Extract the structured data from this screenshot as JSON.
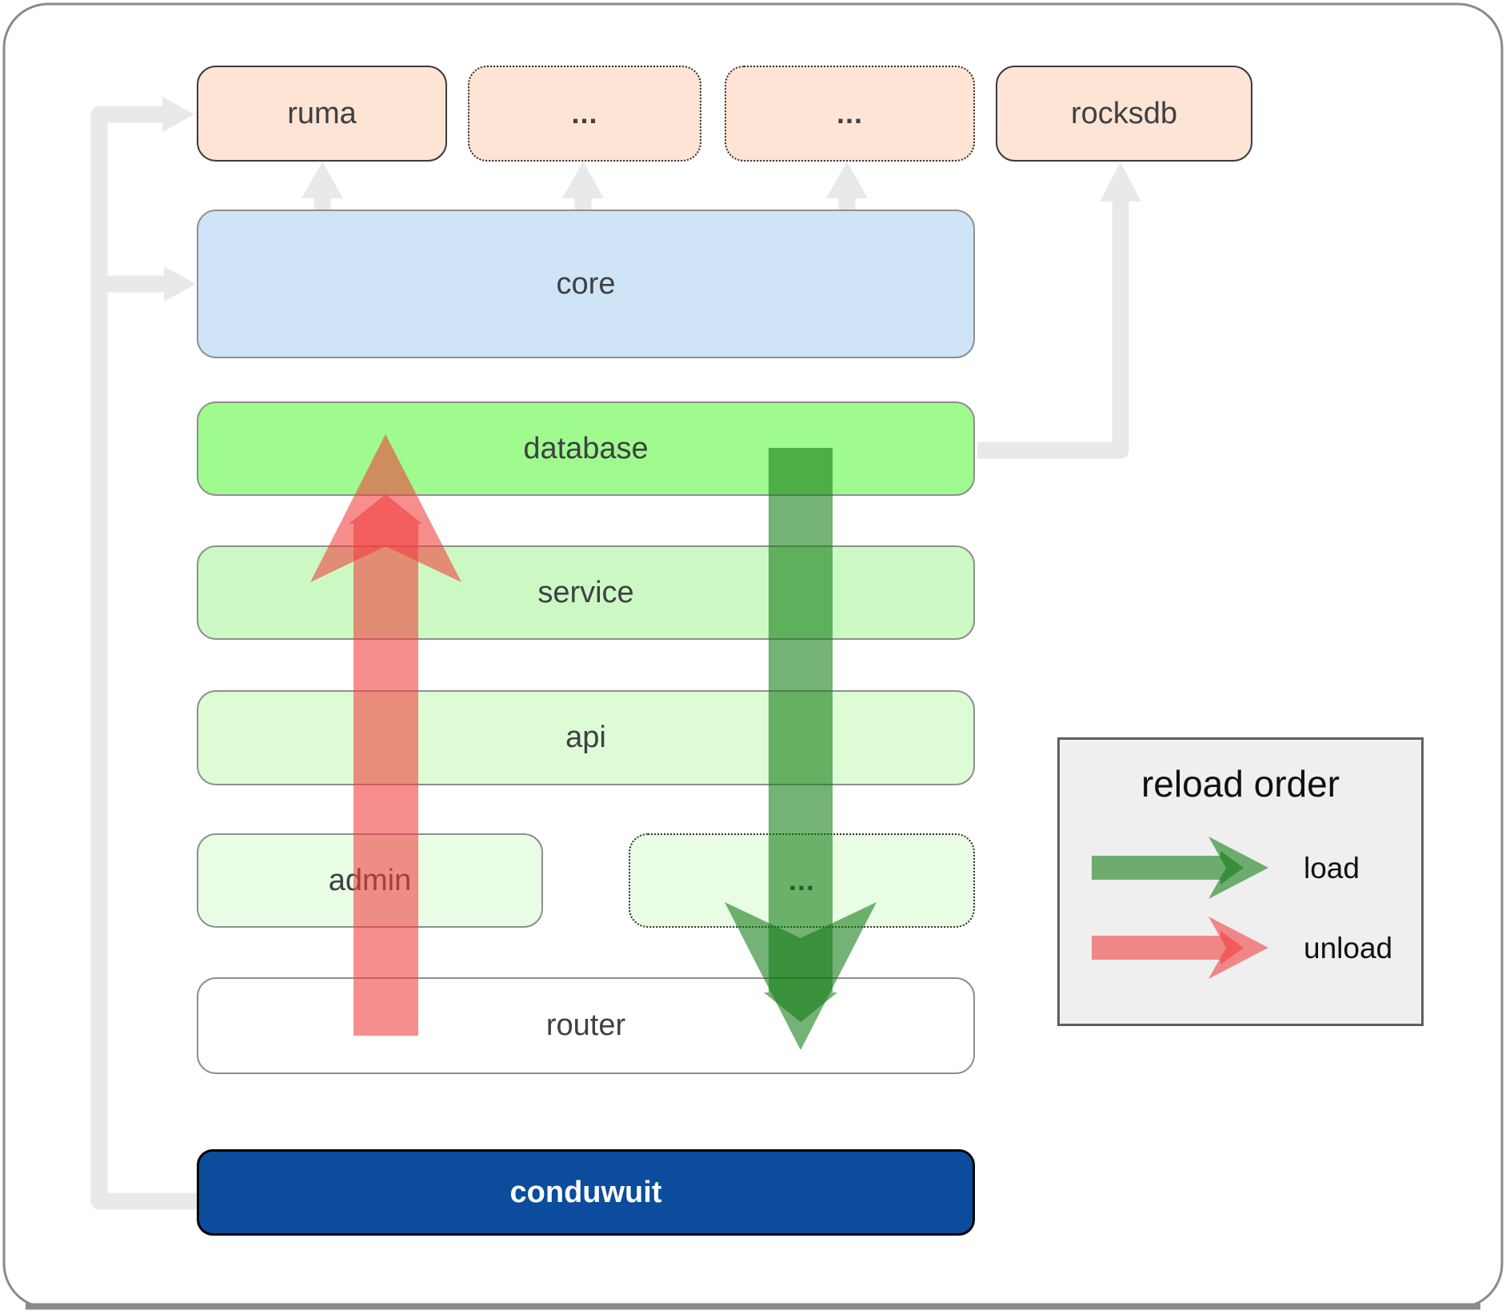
{
  "labels": {
    "ruma": "ruma",
    "ellipsis_top_1": "...",
    "ellipsis_top_2": "...",
    "rocksdb": "rocksdb",
    "core": "core",
    "database": "database",
    "service": "service",
    "api": "api",
    "admin": "admin",
    "ellipsis_admin": "...",
    "router": "router",
    "conduwuit": "conduwuit"
  },
  "legend": {
    "title": "reload order",
    "load": "load",
    "unload": "unload"
  },
  "colors": {
    "load-arrow": "#0f7a12",
    "unload-arrow": "#f23c3c",
    "connector": "#e9e9e9",
    "peach-fill": "#fde4d4",
    "core-fill": "#d0e4f7",
    "database-fill": "#9ffb8e",
    "service-fill": "#ccf9c3",
    "api-fill": "#ddfbd5",
    "admin-fill": "#e9fce4",
    "conduwuit-fill": "#0b4d9c",
    "conduwuit-text": "#ffffff",
    "box-label": "#3f4045",
    "legend-bg": "#efefef",
    "frame": "#8a8a8a"
  }
}
